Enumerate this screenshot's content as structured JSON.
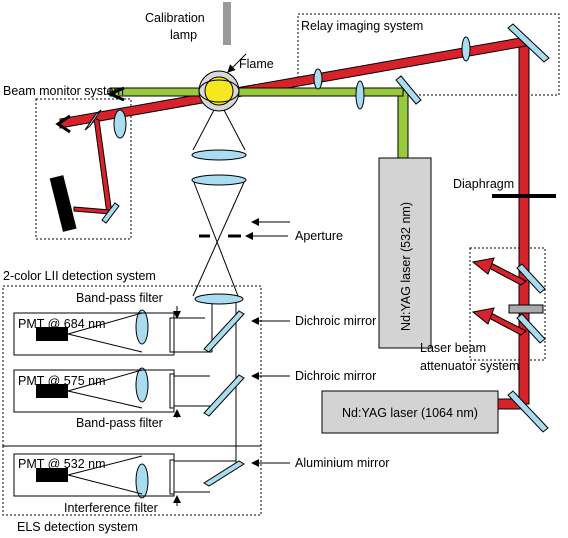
{
  "labels": {
    "calibration_lamp_line1": "Calibration",
    "calibration_lamp_line2": "lamp",
    "flame": "Flame",
    "relay_imaging_system": "Relay imaging system",
    "beam_monitor_system": "Beam monitor system",
    "nd_yag_532": "Nd:YAG laser (532 nm)",
    "diaphragm": "Diaphragm",
    "aperture": "Aperture",
    "lii_detection_system": "2-color LII detection system",
    "band_pass_filter_top": "Band-pass filter",
    "band_pass_filter_mid": "Band-pass filter",
    "dichroic_mirror_1": "Dichroic mirror",
    "dichroic_mirror_2": "Dichroic mirror",
    "aluminium_mirror": "Aluminium mirror",
    "pmt_684": "PMT @ 684 nm",
    "pmt_575": "PMT @ 575 nm",
    "pmt_532": "PMT @ 532 nm",
    "interference_filter": "Interference filter",
    "els_detection_system": "ELS detection system",
    "attenuator_line1": "Laser beam",
    "attenuator_line2": "attenuator system",
    "nd_yag_1064": "Nd:YAG laser (1064 nm)"
  },
  "colors": {
    "red_beam": "#d7222b",
    "green_beam": "#99c93c",
    "optic_fill": "#a9dcef",
    "laser_box": "#d3d3d3",
    "flame_yellow": "#f5e820",
    "lamp_gray": "#9a9a9a"
  }
}
